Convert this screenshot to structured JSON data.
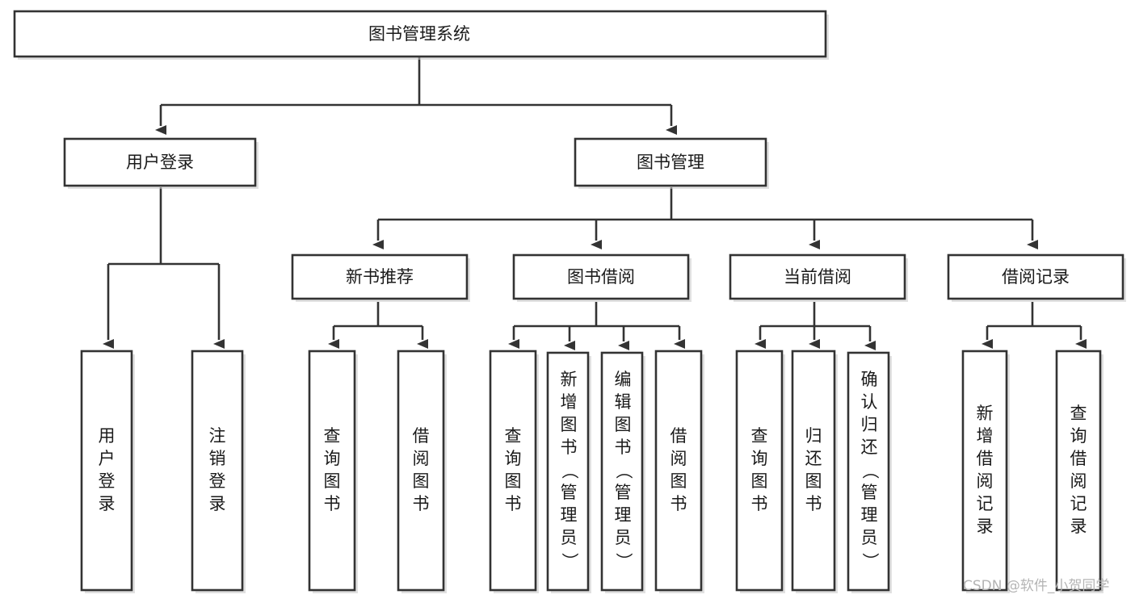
{
  "diagram": {
    "title_node": {
      "id": "root",
      "label": "图书管理系统",
      "orientation": "horizontal"
    },
    "level1": [
      {
        "id": "user-login",
        "label": "用户登录",
        "orientation": "horizontal"
      },
      {
        "id": "book-management",
        "label": "图书管理",
        "orientation": "horizontal"
      }
    ],
    "level2": [
      {
        "id": "new-book-recommend",
        "label": "新书推荐",
        "orientation": "horizontal",
        "parent": "book-management"
      },
      {
        "id": "book-borrow",
        "label": "图书借阅",
        "orientation": "horizontal",
        "parent": "book-management"
      },
      {
        "id": "current-borrow",
        "label": "当前借阅",
        "orientation": "horizontal",
        "parent": "book-management"
      },
      {
        "id": "borrow-record",
        "label": "借阅记录",
        "orientation": "horizontal",
        "parent": "book-management"
      }
    ],
    "leaves": [
      {
        "id": "leaf-user-login",
        "label": "用户登录",
        "orientation": "vertical",
        "parent": "user-login"
      },
      {
        "id": "leaf-logout",
        "label": "注销登录",
        "orientation": "vertical",
        "parent": "user-login"
      },
      {
        "id": "leaf-query-book-1",
        "label": "查询图书",
        "orientation": "vertical",
        "parent": "new-book-recommend"
      },
      {
        "id": "leaf-borrow-book-1",
        "label": "借阅图书",
        "orientation": "vertical",
        "parent": "new-book-recommend"
      },
      {
        "id": "leaf-query-book-2",
        "label": "查询图书",
        "orientation": "vertical",
        "parent": "book-borrow"
      },
      {
        "id": "leaf-add-book",
        "label": "新增图书（管理员）",
        "orientation": "vertical",
        "parent": "book-borrow"
      },
      {
        "id": "leaf-edit-book",
        "label": "编辑图书（管理员）",
        "orientation": "vertical",
        "parent": "book-borrow"
      },
      {
        "id": "leaf-borrow-book-2",
        "label": "借阅图书",
        "orientation": "vertical",
        "parent": "book-borrow"
      },
      {
        "id": "leaf-query-book-3",
        "label": "查询图书",
        "orientation": "vertical",
        "parent": "current-borrow"
      },
      {
        "id": "leaf-return-book",
        "label": "归还图书",
        "orientation": "vertical",
        "parent": "current-borrow"
      },
      {
        "id": "leaf-confirm-return",
        "label": "确认归还（管理员）",
        "orientation": "vertical",
        "parent": "current-borrow"
      },
      {
        "id": "leaf-add-record",
        "label": "新增借阅记录",
        "orientation": "vertical",
        "parent": "borrow-record"
      },
      {
        "id": "leaf-query-record",
        "label": "查询借阅记录",
        "orientation": "vertical",
        "parent": "borrow-record"
      }
    ],
    "colors": {
      "box_fill": "#ffffff",
      "box_stroke": "#333333",
      "text": "#1a1a1a",
      "background": "#ffffff",
      "watermark": "#b4b4b4"
    }
  },
  "watermark": {
    "label": "CSDN @软件_小贺同学"
  }
}
